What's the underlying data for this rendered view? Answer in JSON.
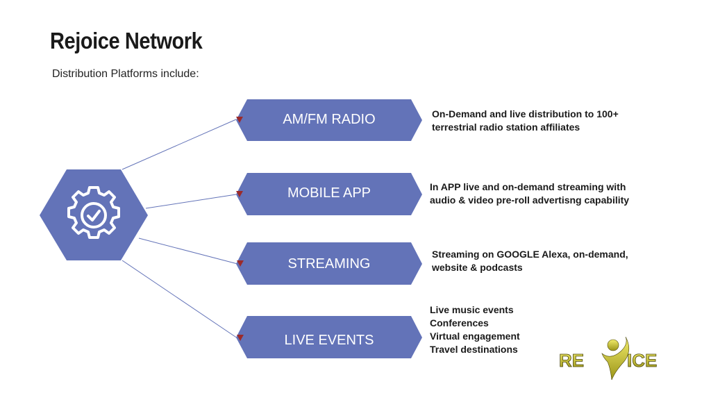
{
  "title": "Rejoice Network",
  "subtitle": "Distribution Platforms include:",
  "accent": "#6373b8",
  "platforms": [
    {
      "label": "AM/FM RADIO",
      "desc": [
        "On-Demand and live distribution to 100+",
        "terrestrial radio station affiliates"
      ]
    },
    {
      "label": "MOBILE APP",
      "desc": [
        "In APP live and on-demand streaming with",
        "audio & video pre-roll advertisng capability"
      ]
    },
    {
      "label": "STREAMING",
      "desc": [
        "Streaming on GOOGLE Alexa, on-demand,",
        "website & podcasts"
      ]
    },
    {
      "label": "LIVE EVENTS",
      "desc": [
        "Live music events",
        "Conferences",
        "Virtual engagement",
        "Travel destinations"
      ]
    }
  ],
  "logo": {
    "text": "REJOICE"
  }
}
